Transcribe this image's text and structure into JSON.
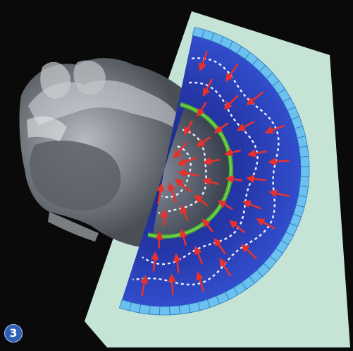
{
  "figure": {
    "panel_number": "3",
    "colors": {
      "background": "#0a0a0a",
      "page": "#ffffff",
      "backdrop_panel": "#c5e4d6",
      "field_outer": "#2f48c8",
      "field_inner": "#23349a",
      "rim_tiles": "#6cc1f0",
      "dura_line": "#49b22e",
      "arrows": "#e8312c",
      "contour_dashes": "#eef2ff",
      "badge": "#2d5fb4"
    },
    "elements": {
      "mri_slice": "sagittal-brain-mri",
      "field": "semicircular-pressure-field",
      "arrow_direction": "inward-toward-center",
      "contour_style": "dashed-isobars"
    }
  }
}
